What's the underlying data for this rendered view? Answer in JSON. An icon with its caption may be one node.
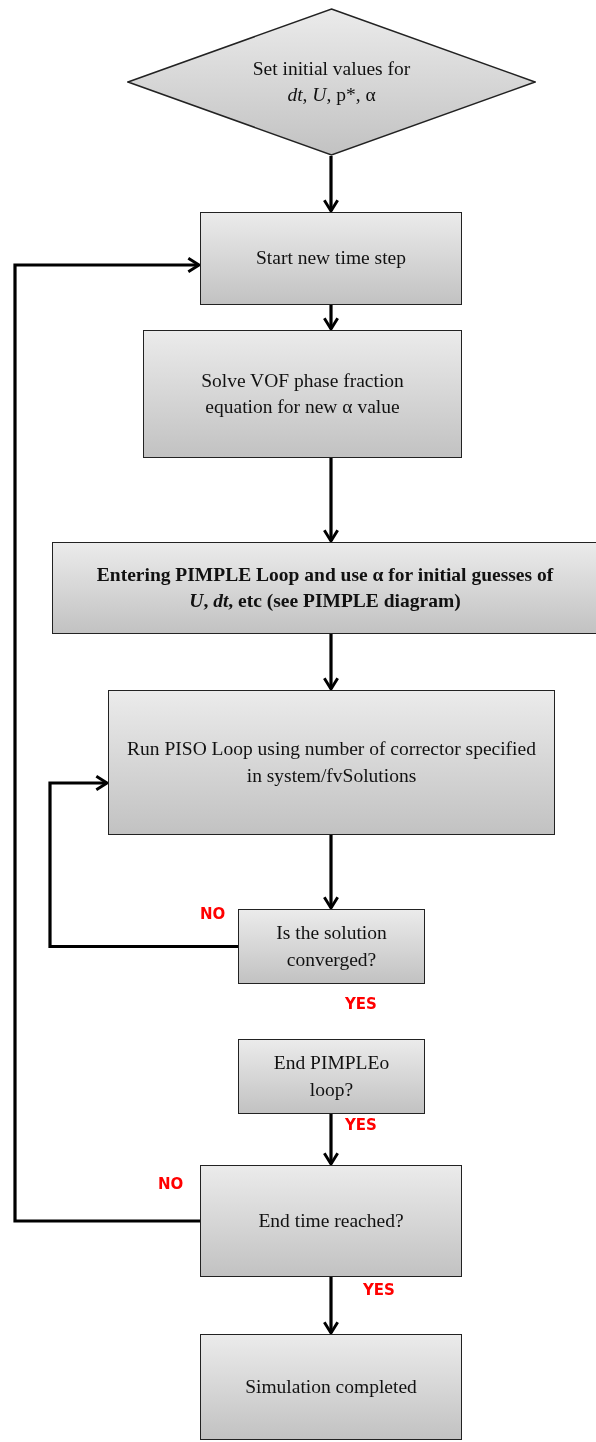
{
  "diagram": {
    "nodes": [
      {
        "text": [
          "Set initial values for *dt*, *U*, p*, α"
        ]
      },
      {
        "text": [
          "Start new time step"
        ]
      },
      {
        "text": [
          "Solve VOF phase fraction equation for new α value"
        ]
      },
      {
        "text": [
          "Entering PIMPLE Loop and use α for initial guesses of *U*, *dt*, etc (see PIMPLE diagram)"
        ]
      },
      {
        "text": [
          "Run PISO Loop using number of corrector specified in system/fvSolutions"
        ]
      },
      {
        "text": [
          "Is the solution converged?"
        ]
      },
      {
        "text": [
          "End PIMPLEo loop?"
        ]
      },
      {
        "text": [
          "End time reached?"
        ]
      },
      {
        "text": [
          "Simulation completed"
        ]
      }
    ],
    "edges": [
      {
        "from": 0,
        "to": 1,
        "arrow": "to"
      },
      {
        "from": 1,
        "to": 2,
        "arrow": "to"
      },
      {
        "from": 2,
        "to": 3,
        "arrow": "to"
      },
      {
        "from": 3,
        "to": 4,
        "arrow": "to"
      },
      {
        "from": 4,
        "to": 5,
        "arrow": "to"
      },
      {
        "from": 5,
        "to": 4,
        "arrow": "to",
        "label": "NO"
      },
      {
        "from": 6,
        "to": 7,
        "arrow": "to",
        "label": "YES"
      },
      {
        "from": 7,
        "to": 1,
        "arrow": "to",
        "label": "NO"
      },
      {
        "from": 7,
        "to": 8,
        "arrow": "to",
        "label": "YES"
      }
    ],
    "labels": [
      "YES"
    ]
  }
}
